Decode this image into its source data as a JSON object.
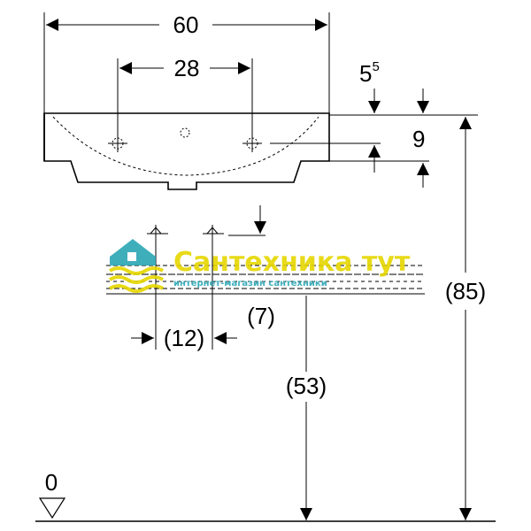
{
  "dimensions": {
    "overall_width": "60",
    "tap_spacing": "28",
    "rim_offset": "5",
    "rim_offset_superscript": "5",
    "bowl_depth": "9",
    "overall_height": "(85)",
    "bracket_spacing": "(12)",
    "bracket_offset": "(7)",
    "bracket_height": "(53)",
    "floor_level": "0"
  },
  "watermark": {
    "brand": "Сантехника тут",
    "tagline": "интернет-магазин сантехники",
    "brand_color": "#e6d600",
    "accent_color": "#2aa6b4"
  },
  "icons": [
    "floor-level-triangle-icon",
    "house-wave-logo-icon"
  ]
}
